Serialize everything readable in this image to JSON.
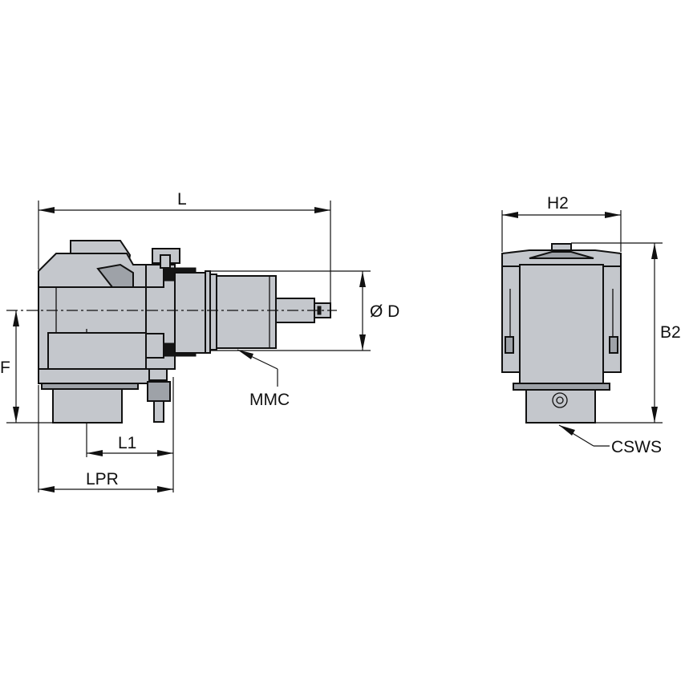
{
  "labels": {
    "L": "L",
    "H2": "H2",
    "OD": "Ø D",
    "B2": "B2",
    "F": "F",
    "MMC": "MMC",
    "L1": "L1",
    "LPR": "LPR",
    "CSWS": "CSWS"
  },
  "colors": {
    "body": "#c4c7cc",
    "shade": "#9ea2a8",
    "line": "#111111",
    "background": "#ffffff"
  }
}
